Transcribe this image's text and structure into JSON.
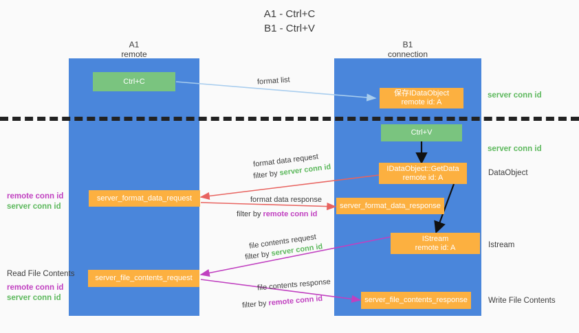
{
  "title": {
    "line1": "A1 - Ctrl+C",
    "line2": "B1 - Ctrl+V"
  },
  "columns": [
    {
      "name": "A1",
      "sub": "remote"
    },
    {
      "name": "B1",
      "sub": "connection"
    }
  ],
  "nodes": {
    "ctrl_c": "Ctrl+C",
    "ctrl_v": "Ctrl+V",
    "save_dataobject_l1": "保存IDataObject",
    "save_dataobject_l2": "remote id: A",
    "getdata_l1": "IDataObject::GetData",
    "getdata_l2": "remote id: A",
    "istream_l1": "IStream",
    "istream_l2": "remote id: A",
    "server_format_data_request": "server_format_data_request",
    "server_format_data_response": "server_format_data_response",
    "server_file_contents_request": "server_file_contents_request",
    "server_file_contents_response": "server_file_contents_response"
  },
  "right_labels": {
    "server_conn_id_top": "server conn id",
    "server_conn_id_mid": "server conn id",
    "dataobject": "DataObject",
    "istream": "Istream",
    "write_file_contents": "Write File Contents"
  },
  "left_labels": {
    "remote_conn_id_1": "remote conn id",
    "server_conn_id_1": "server conn id",
    "read_file_contents": "Read File Contents",
    "remote_conn_id_2": "remote conn id",
    "server_conn_id_2": "server conn id"
  },
  "edges": {
    "format_list": "format list",
    "format_data_request": "format data request",
    "format_data_request_filter_pre": "filter by ",
    "format_data_request_filter_key": "server conn id",
    "format_data_response": "format data response",
    "format_data_response_filter_pre": "filter by ",
    "format_data_response_filter_key": "remote conn id",
    "file_contents_request": "file contents request",
    "file_contents_request_filter_pre": "filter by ",
    "file_contents_request_filter_key": "server conn id",
    "file_contents_response": "file contents response",
    "file_contents_response_filter_pre": "filter by ",
    "file_contents_response_filter_key": "remote conn id"
  },
  "colors": {
    "lane": "#4a86db",
    "green": "#7ac47f",
    "orange": "#fcb040",
    "server_conn": "#5cb85c",
    "remote_conn": "#c040c0",
    "arrow_blue": "#a8cdee",
    "arrow_red": "#e8635f",
    "arrow_magenta": "#c040c0",
    "arrow_black": "#111111"
  }
}
